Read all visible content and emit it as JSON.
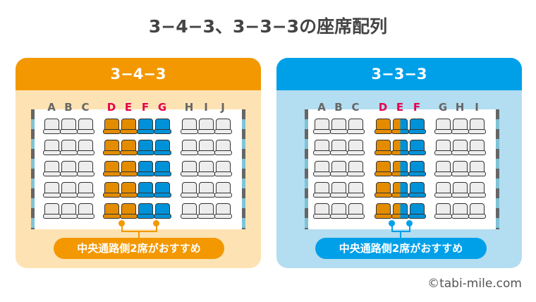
{
  "title": "3−4−3、3−3−3の座席配列",
  "colors": {
    "orange": "#F39800",
    "blue": "#00A0E9",
    "orange_bg": "#FDE3B3",
    "blue_bg": "#B3DDF0",
    "seat_orange": "#E38C00",
    "seat_blue": "#0092D8",
    "seat_gray": "#EDEDED"
  },
  "panels": [
    {
      "heading": "3−4−3",
      "letters": [
        "A",
        "B",
        "C",
        "D",
        "E",
        "F",
        "G",
        "H",
        "I",
        "J"
      ],
      "highlight": [
        "D",
        "E",
        "F",
        "G"
      ],
      "seat_colors": [
        "g",
        "g",
        "g",
        "o",
        "o",
        "b",
        "b",
        "g",
        "g",
        "g"
      ],
      "rows": 5,
      "recommendation": "中央通路側2席がおすすめ"
    },
    {
      "heading": "3−3−3",
      "letters": [
        "A",
        "B",
        "C",
        "D",
        "E",
        "F",
        "G",
        "H",
        "I"
      ],
      "highlight": [
        "D",
        "E",
        "F"
      ],
      "seat_colors": [
        "g",
        "g",
        "g",
        "o",
        "ob",
        "b",
        "g",
        "g",
        "g"
      ],
      "rows": 5,
      "recommendation": "中央通路側2席がおすすめ"
    }
  ],
  "watermark": "©tabi-mile.com"
}
